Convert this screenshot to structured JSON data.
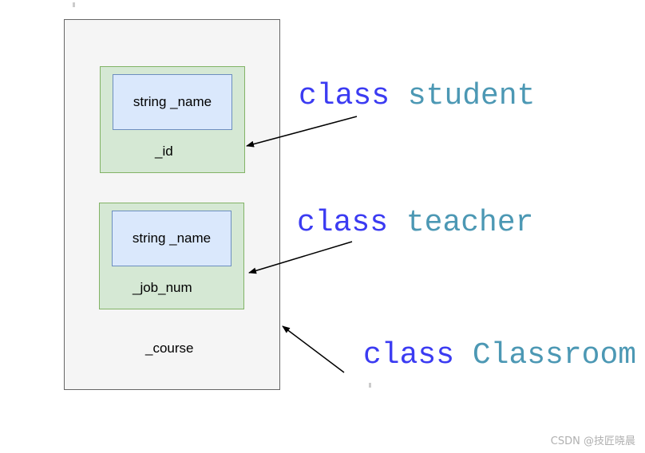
{
  "classroom": {
    "keyword": "class",
    "name": "Classroom",
    "member": "_course"
  },
  "student": {
    "keyword": "class",
    "name": "student",
    "field_name": "string _name",
    "field_id": "_id"
  },
  "teacher": {
    "keyword": "class",
    "name": "teacher",
    "field_name": "string _name",
    "field_job": "_job_num"
  },
  "watermark": "CSDN @技匠晓晨",
  "colors": {
    "keyword": "#3b3bf2",
    "class_name": "#4c98b4",
    "outer_fill": "#f5f5f5",
    "green_fill": "#d5e8d4",
    "green_border": "#82b366",
    "blue_fill": "#dae8fc",
    "blue_border": "#6c8ebf"
  }
}
